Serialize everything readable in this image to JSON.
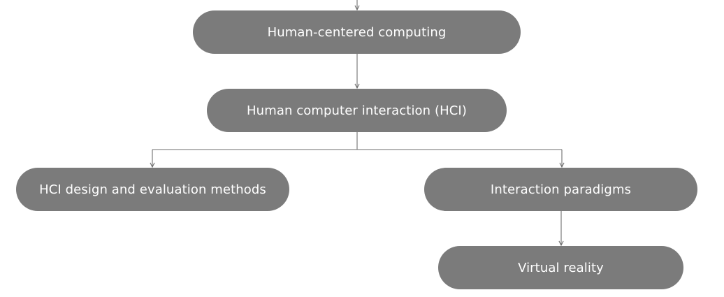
{
  "diagram": {
    "nodes": {
      "root": "Human-centered computing",
      "hci": "Human computer interaction (HCI)",
      "design": "HCI design and evaluation methods",
      "paradigms": "Interaction paradigms",
      "vr": "Virtual reality"
    },
    "edges": [
      [
        "root",
        "hci"
      ],
      [
        "hci",
        "design"
      ],
      [
        "hci",
        "paradigms"
      ],
      [
        "paradigms",
        "vr"
      ]
    ],
    "colors": {
      "node_fill": "#7b7b7b",
      "node_text": "#ffffff",
      "connector": "#6e6e6e"
    }
  }
}
